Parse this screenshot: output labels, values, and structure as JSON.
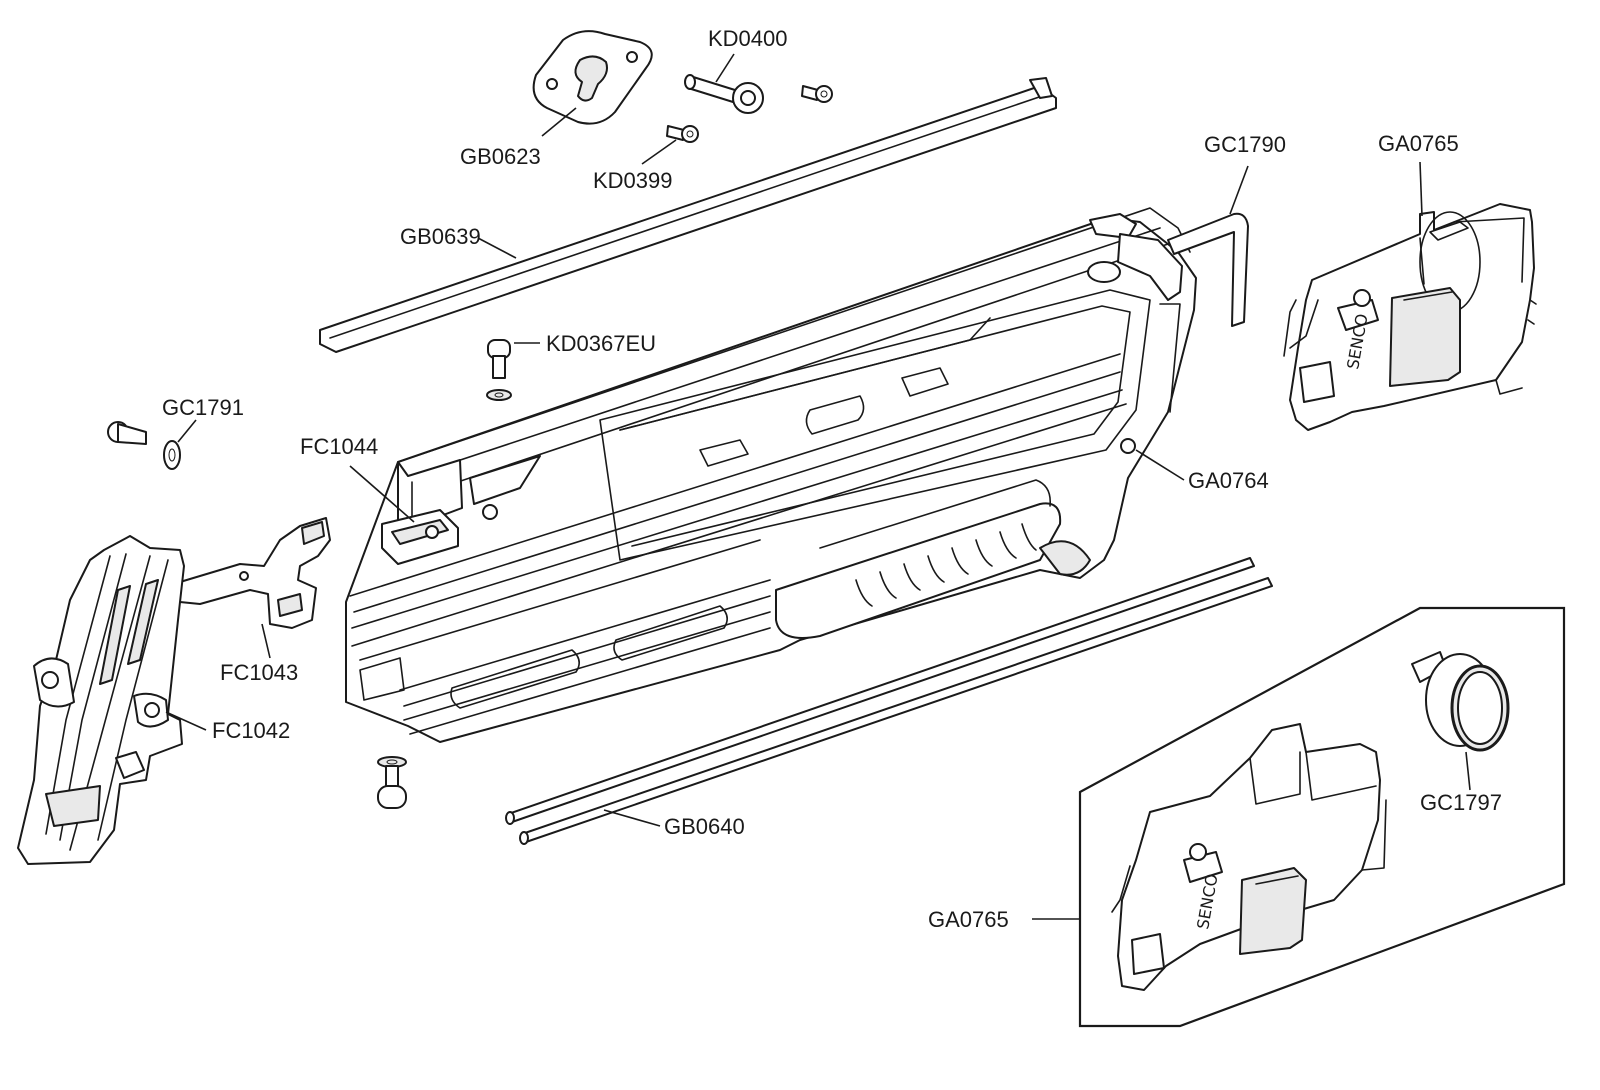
{
  "diagram": {
    "callouts": [
      {
        "id": "GB0623",
        "label": "GB0623"
      },
      {
        "id": "KD0400",
        "label": "KD0400"
      },
      {
        "id": "KD0399",
        "label": "KD0399"
      },
      {
        "id": "GB0639",
        "label": "GB0639"
      },
      {
        "id": "GC1790",
        "label": "GC1790"
      },
      {
        "id": "GA0765_top",
        "label": "GA0765"
      },
      {
        "id": "KD0367EU",
        "label": "KD0367EU"
      },
      {
        "id": "GC1791",
        "label": "GC1791"
      },
      {
        "id": "FC1044",
        "label": "FC1044"
      },
      {
        "id": "GA0764",
        "label": "GA0764"
      },
      {
        "id": "FC1043",
        "label": "FC1043"
      },
      {
        "id": "FC1042",
        "label": "FC1042"
      },
      {
        "id": "GB0640",
        "label": "GB0640"
      },
      {
        "id": "GC1797",
        "label": "GC1797"
      },
      {
        "id": "GA0765_box",
        "label": "GA0765"
      }
    ],
    "colors": {
      "ink": "#1a1a1a",
      "paper": "#ffffff",
      "shade": "#e9e9e9"
    }
  }
}
